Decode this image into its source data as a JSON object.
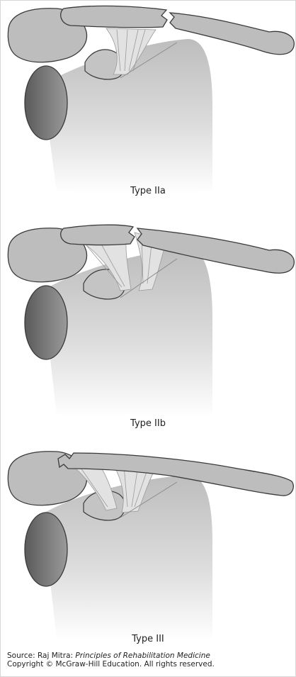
{
  "figure": {
    "panels": [
      {
        "caption": "Type IIa"
      },
      {
        "caption": "Type IIb"
      },
      {
        "caption": "Type III"
      }
    ],
    "source": {
      "prefix": "Source: Raj Mitra: ",
      "book_title": "Principles of Rehabilitation Medicine",
      "copyright": "Copyright © McGraw-Hill Education. All rights reserved."
    },
    "colors": {
      "bone": "#bdbdbd",
      "bone_outline": "#3a3a3a",
      "bone_dark": "#6e6e6e",
      "ligament": "#e8e8e8"
    }
  }
}
